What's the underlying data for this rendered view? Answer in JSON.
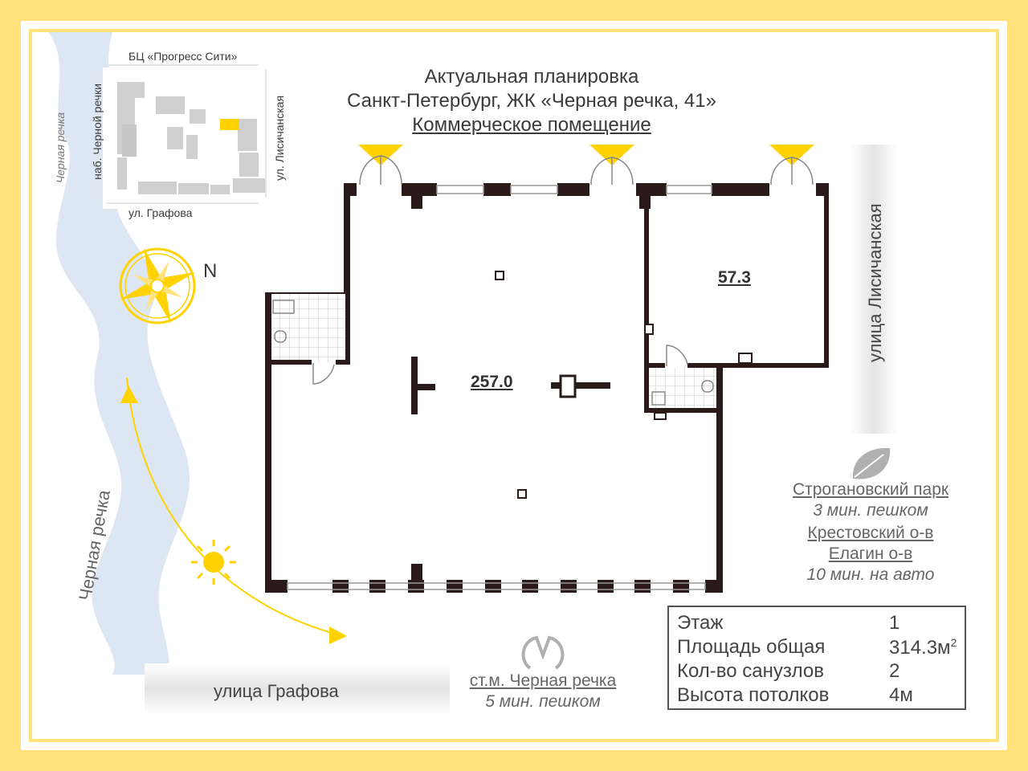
{
  "header": {
    "line1": "Актуальная планировка",
    "line2": "Санкт-Петербург, ЖК «Черная речка, 41»",
    "line3": "Коммерческое помещение"
  },
  "minimap": {
    "top_label": "БЦ «Прогресс Сити»",
    "left_label": "наб. Черной речки",
    "right_label": "ул. Лисичанская",
    "bottom_label": "ул. Графова"
  },
  "compass": {
    "north": "N"
  },
  "streets": {
    "river_top": "Черная речка",
    "river_side": "Черная речка",
    "right_street": "улица Лисичанская",
    "bottom_street": "улица Графова"
  },
  "rooms": {
    "main_area": "257.0",
    "side_area": "57.3"
  },
  "poi": {
    "park_name": "Строгановский парк",
    "park_time": "3 мин. пешком",
    "island1": "Крестовский о-в",
    "island2": "Елагин о-в",
    "island_time": "10 мин. на авто",
    "metro_name": "ст.м. Черная речка",
    "metro_time": "5 мин. пешком"
  },
  "info": {
    "rows": [
      {
        "label": "Этаж",
        "value": "1"
      },
      {
        "label": "Площадь общая",
        "value": "314.3м",
        "sup": "2"
      },
      {
        "label": "Кол-во санузлов",
        "value": "2"
      },
      {
        "label": "Высота потолков",
        "value": "4м"
      }
    ]
  },
  "colors": {
    "accent": "#ffd200",
    "frame": "#ffe27a",
    "wall": "#2b1a1a",
    "river": "#dce6f2"
  }
}
